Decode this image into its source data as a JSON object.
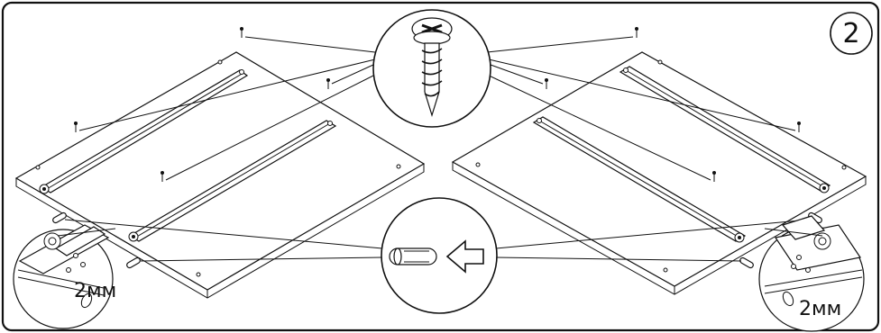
{
  "step": {
    "number": "2"
  },
  "callouts": {
    "gap_left": "2мм",
    "gap_right": "2мм"
  },
  "parts": {
    "screw": "screw-icon",
    "dowel": "dowel-icon",
    "arrow": "arrow-left-icon"
  },
  "colors": {
    "ink": "#111111",
    "paper": "#ffffff"
  }
}
